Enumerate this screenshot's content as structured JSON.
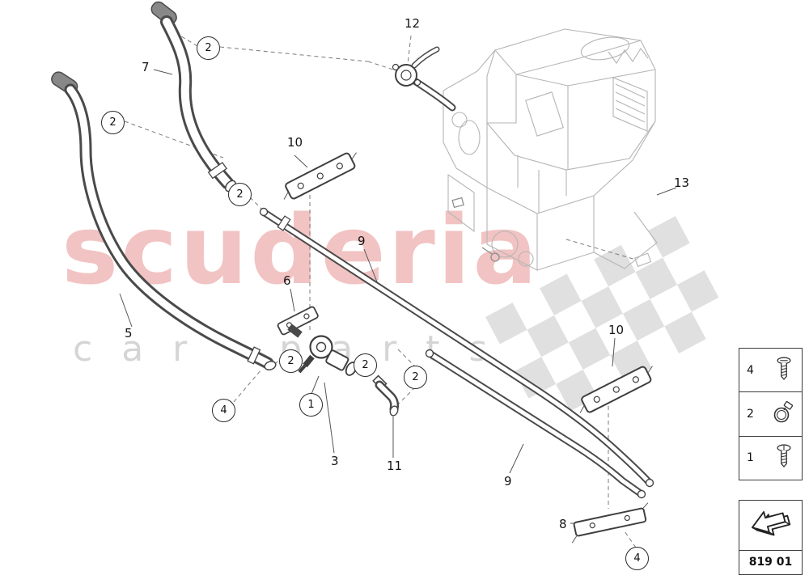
{
  "watermark": {
    "brand": "scuderia",
    "tagline": "car parts"
  },
  "diagram": {
    "title": "heater pipes exploded parts diagram",
    "callouts": [
      {
        "text": "2"
      },
      {
        "text": "2"
      },
      {
        "text": "2"
      },
      {
        "text": "2"
      },
      {
        "text": "2"
      },
      {
        "text": "2"
      },
      {
        "text": "1"
      },
      {
        "text": "4"
      },
      {
        "text": "4"
      }
    ],
    "part_labels": [
      {
        "text": "7"
      },
      {
        "text": "12"
      },
      {
        "text": "10"
      },
      {
        "text": "13"
      },
      {
        "text": "5"
      },
      {
        "text": "6"
      },
      {
        "text": "9"
      },
      {
        "text": "3"
      },
      {
        "text": "11"
      },
      {
        "text": "9"
      },
      {
        "text": "10"
      },
      {
        "text": "8"
      }
    ]
  },
  "legend": {
    "items": [
      {
        "number": "4",
        "icon": "screw-icon"
      },
      {
        "number": "2",
        "icon": "clamp-icon"
      },
      {
        "number": "1",
        "icon": "screw-icon"
      }
    ]
  },
  "footer": {
    "page_code": "819 01",
    "icon": "back-arrow-icon"
  },
  "colors": {
    "watermark_red": "#f0b9b9",
    "watermark_gray": "#d3d3d3",
    "line_dark": "#3f3f3f",
    "line_light": "#b5b5b5",
    "checker_gray": "#d6d6d6"
  }
}
